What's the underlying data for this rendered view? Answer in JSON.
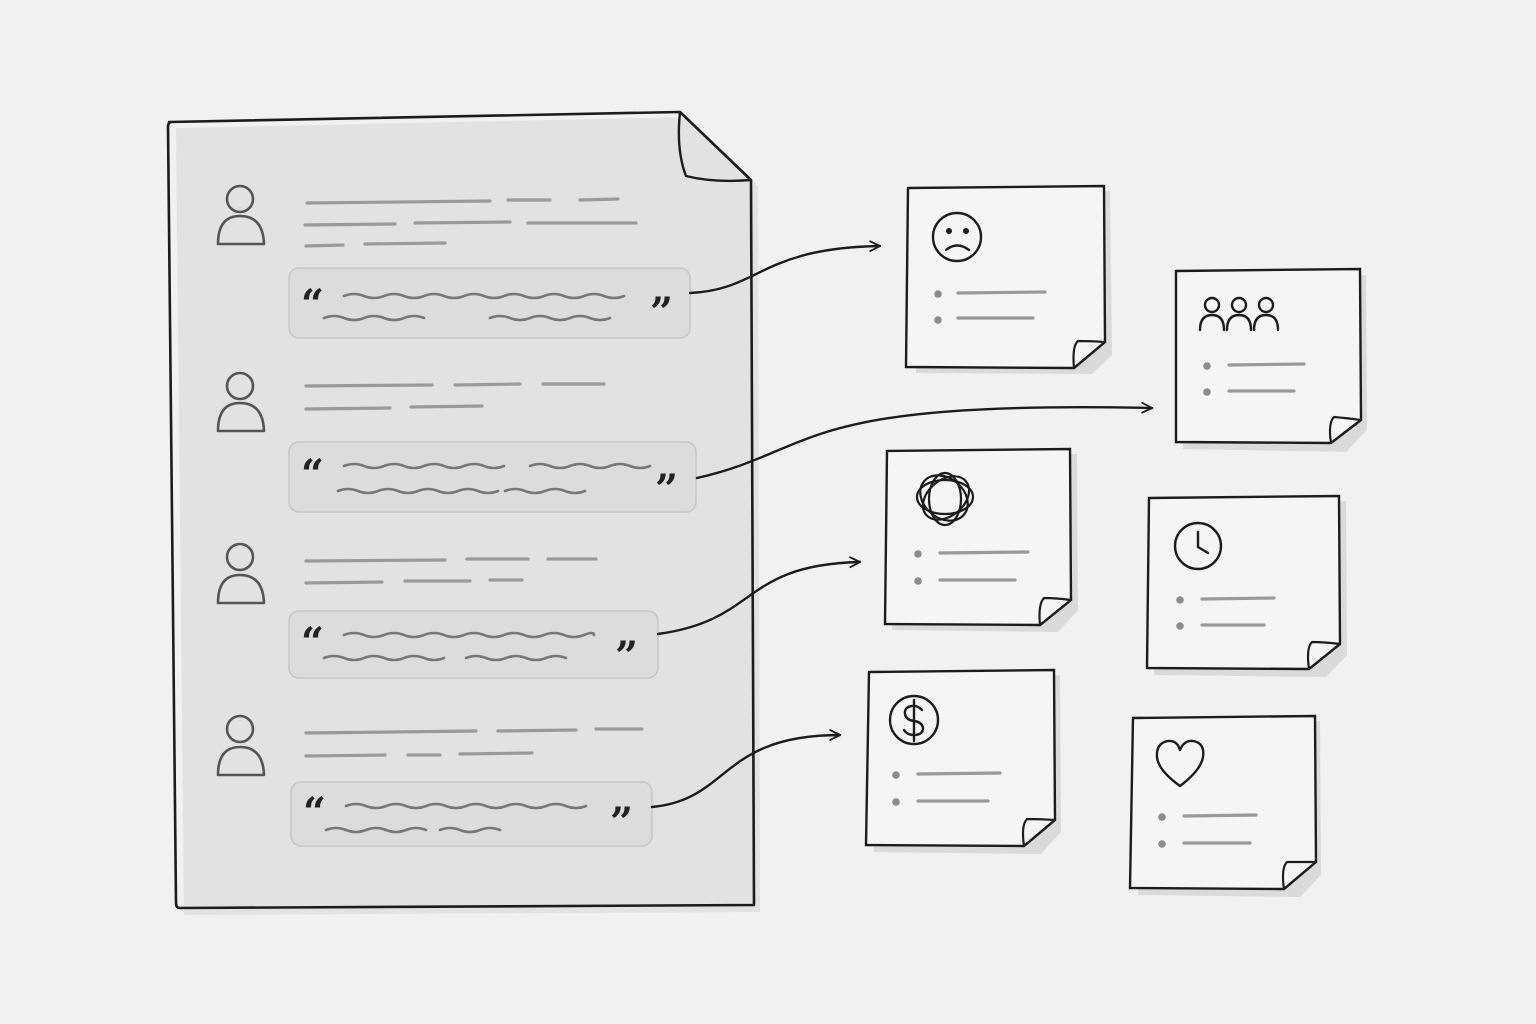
{
  "diagram": {
    "kind": "quotes-to-theme-notes",
    "transcript": {
      "entries": [
        {
          "speaker_icon": "person-icon",
          "has_quote": true
        },
        {
          "speaker_icon": "person-icon",
          "has_quote": true
        },
        {
          "speaker_icon": "person-icon",
          "has_quote": true
        },
        {
          "speaker_icon": "person-icon",
          "has_quote": true
        }
      ]
    },
    "quote_marks": {
      "open": "“",
      "close": "”"
    },
    "notes": [
      {
        "icon": "sad-face-icon"
      },
      {
        "icon": "group-icon"
      },
      {
        "icon": "tangle-icon"
      },
      {
        "icon": "clock-icon"
      },
      {
        "icon": "dollar-icon"
      },
      {
        "icon": "heart-icon"
      }
    ],
    "connections": [
      {
        "from": "quote-1",
        "to": "note-sad-face"
      },
      {
        "from": "quote-2",
        "to": "note-group"
      },
      {
        "from": "quote-3",
        "to": "note-tangle"
      },
      {
        "from": "quote-4",
        "to": "note-dollar"
      }
    ],
    "colors": {
      "background": "#f1f1f1",
      "ink": "#1c1c1c",
      "quote_fill": "#dcdcdc",
      "placeholder_line": "#9a9a9a"
    }
  }
}
